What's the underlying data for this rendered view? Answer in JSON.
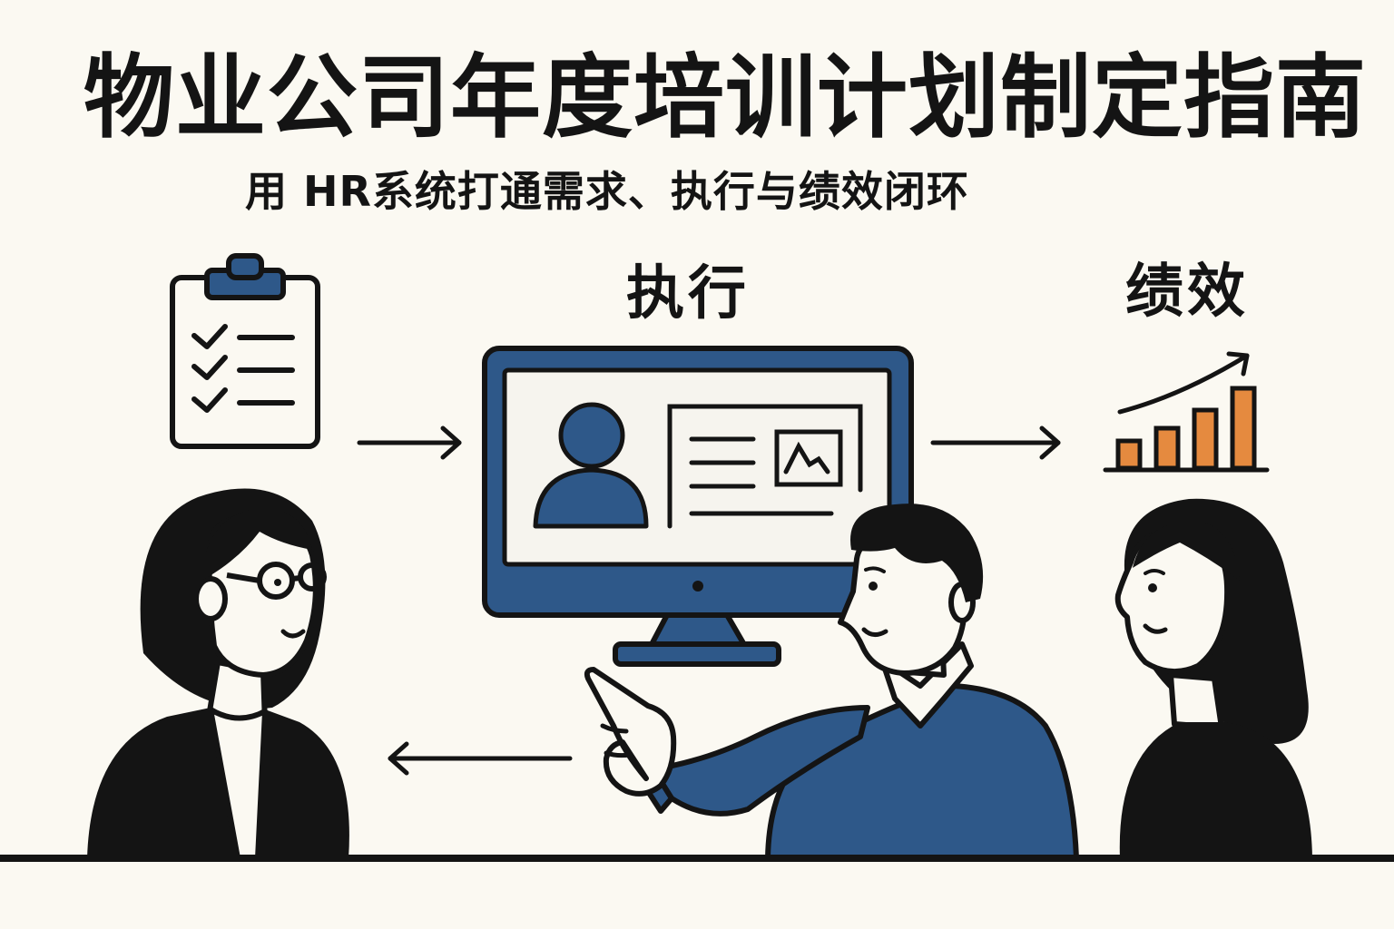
{
  "title": "物业公司年度培训计划制定指南",
  "subtitle": "用 HR系统打通需求、执行与绩效闭环",
  "stages": {
    "execution": "执行",
    "performance": "绩效"
  },
  "colors": {
    "background": "#fbf9f2",
    "ink": "#141414",
    "navy": "#2e5889",
    "orange": "#e58a3f",
    "screen": "#f6f4ee"
  },
  "icons": [
    "clipboard-checklist-icon",
    "monitor-hr-profile-icon",
    "bar-chart-growth-icon",
    "arrow-right-icon",
    "arrow-left-icon"
  ],
  "people": [
    "woman-with-glasses",
    "man-pointing",
    "woman-smiling"
  ]
}
